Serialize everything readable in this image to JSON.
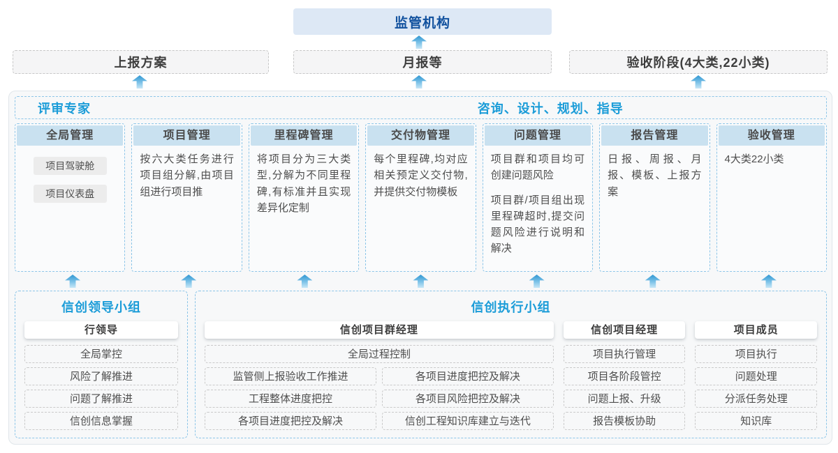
{
  "top": {
    "regulator": "监管机构",
    "channels": [
      {
        "label": "上报方案"
      },
      {
        "label": "月报等"
      },
      {
        "label": "验收阶段(4大类,22小类)"
      }
    ]
  },
  "platform": {
    "left_role": "评审专家",
    "right_role": "咨询、设计、规划、指导",
    "columns": [
      {
        "title": "全局管理",
        "chips": [
          "项目驾驶舱",
          "项目仪表盘"
        ]
      },
      {
        "title": "项目管理",
        "paragraphs": [
          "按六大类任务进行项目组分解,由项目组进行项目推"
        ]
      },
      {
        "title": "里程碑管理",
        "paragraphs": [
          "将项目分为三大类型,分解为不同里程碑,有标准并且实现差异化定制"
        ]
      },
      {
        "title": "交付物管理",
        "paragraphs": [
          "每个里程碑,均对应相关预定义交付物,并提供交付物模板"
        ]
      },
      {
        "title": "问题管理",
        "paragraphs": [
          "项目群和项目均可创建问题风险",
          "项目群/项目组出现里程碑超时,提交问题风险进行说明和解决"
        ]
      },
      {
        "title": "报告管理",
        "paragraphs": [
          "日报、周报、月报、模板、上报方案"
        ]
      },
      {
        "title": "验收管理",
        "paragraphs": [
          "4大类22小类"
        ]
      }
    ]
  },
  "bottom": {
    "leadership": {
      "title": "信创领导小组",
      "role": "行领导",
      "items": [
        "全局掌控",
        "风险了解推进",
        "问题了解推进",
        "信创信息掌握"
      ]
    },
    "executive": {
      "title": "信创执行小组",
      "pgm": {
        "role": "信创项目群经理",
        "full_item": "全局过程控制",
        "left_items": [
          "监管侧上报验收工作推进",
          "工程整体进度把控",
          "各项目进度把控及解决"
        ],
        "right_items": [
          "各项目进度把控及解决",
          "各项目风险把控及解决",
          "信创工程知识库建立与迭代"
        ]
      },
      "pm": {
        "role": "信创项目经理",
        "items": [
          "项目执行管理",
          "项目各阶段管控",
          "问题上报、升级",
          "报告模板协助"
        ]
      },
      "member": {
        "role": "项目成员",
        "items": [
          "项目执行",
          "问题处理",
          "分派任务处理",
          "知识库"
        ]
      }
    }
  },
  "colors": {
    "title_blue": "#1b9cd8",
    "regulator_text": "#11519e",
    "regulator_bg": "#dde8f5",
    "column_header_bg": "#c9e1f0",
    "dashed_blue_border": "#8cc5e8",
    "dashed_gray_border": "#c9c9c9",
    "arrow_blue": "#2f96d2",
    "container_bg": "#f7f8f9"
  }
}
